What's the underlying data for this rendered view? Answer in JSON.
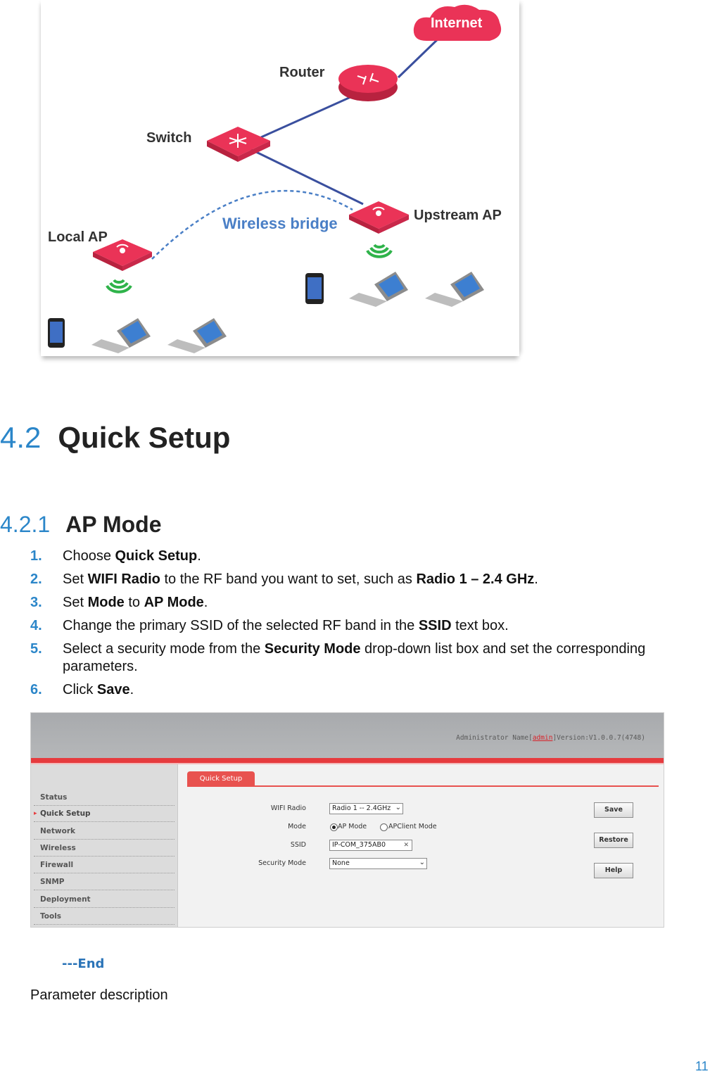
{
  "diagram": {
    "internet": "Internet",
    "router": "Router",
    "switch": "Switch",
    "upstream_ap": "Upstream AP",
    "local_ap": "Local AP",
    "wireless_bridge": "Wireless bridge",
    "colors": {
      "device": "#ea3357",
      "bridge": "#4a7fc6",
      "wifi": "#2fb34a",
      "link": "#3a4f9e"
    }
  },
  "section": {
    "number": "4.2",
    "title": "Quick Setup"
  },
  "subsection": {
    "number": "4.2.1",
    "title": "AP Mode"
  },
  "steps": [
    {
      "n": "1.",
      "t1": "Choose ",
      "b1": "Quick Setup",
      "t2": "."
    },
    {
      "n": "2.",
      "t1": "Set ",
      "b1": "WIFI Radio",
      "t2": " to the RF band you want to set, such as ",
      "b2": "Radio 1 – 2.4 GHz",
      "t3": "."
    },
    {
      "n": "3.",
      "t1": "Set ",
      "b1": "Mode",
      "t2": " to ",
      "b2": "AP Mode",
      "t3": "."
    },
    {
      "n": "4.",
      "t1": "Change the primary SSID of the selected RF band in the ",
      "b1": "SSID",
      "t2": " text box."
    },
    {
      "n": "5.",
      "t1": "Select a security mode from the ",
      "b1": "Security Mode",
      "t2": " drop-down list box and set the corresponding parameters."
    },
    {
      "n": "6.",
      "t1": "Click ",
      "b1": "Save",
      "t2": "."
    }
  ],
  "ui": {
    "admin_prefix": "Administrator Name[",
    "admin_user": "admin",
    "admin_suffix": "]Version:V1.0.0.7(4748)",
    "sidebar": [
      "Status",
      "Quick Setup",
      "Network",
      "Wireless",
      "Firewall",
      "SNMP",
      "Deployment",
      "Tools"
    ],
    "tab": "Quick Setup",
    "labels": {
      "wifi_radio": "WIFI Radio",
      "mode": "Mode",
      "ssid": "SSID",
      "security_mode": "Security Mode"
    },
    "wifi_radio_value": "Radio 1 -- 2.4GHz",
    "mode_options": [
      "AP Mode",
      "APClient Mode"
    ],
    "ssid_value": "IP-COM_375AB0",
    "security_value": "None",
    "buttons": {
      "save": "Save",
      "restore": "Restore",
      "help": "Help"
    }
  },
  "end_marker": "---End",
  "parameter_heading": "Parameter description",
  "page_number": "11"
}
